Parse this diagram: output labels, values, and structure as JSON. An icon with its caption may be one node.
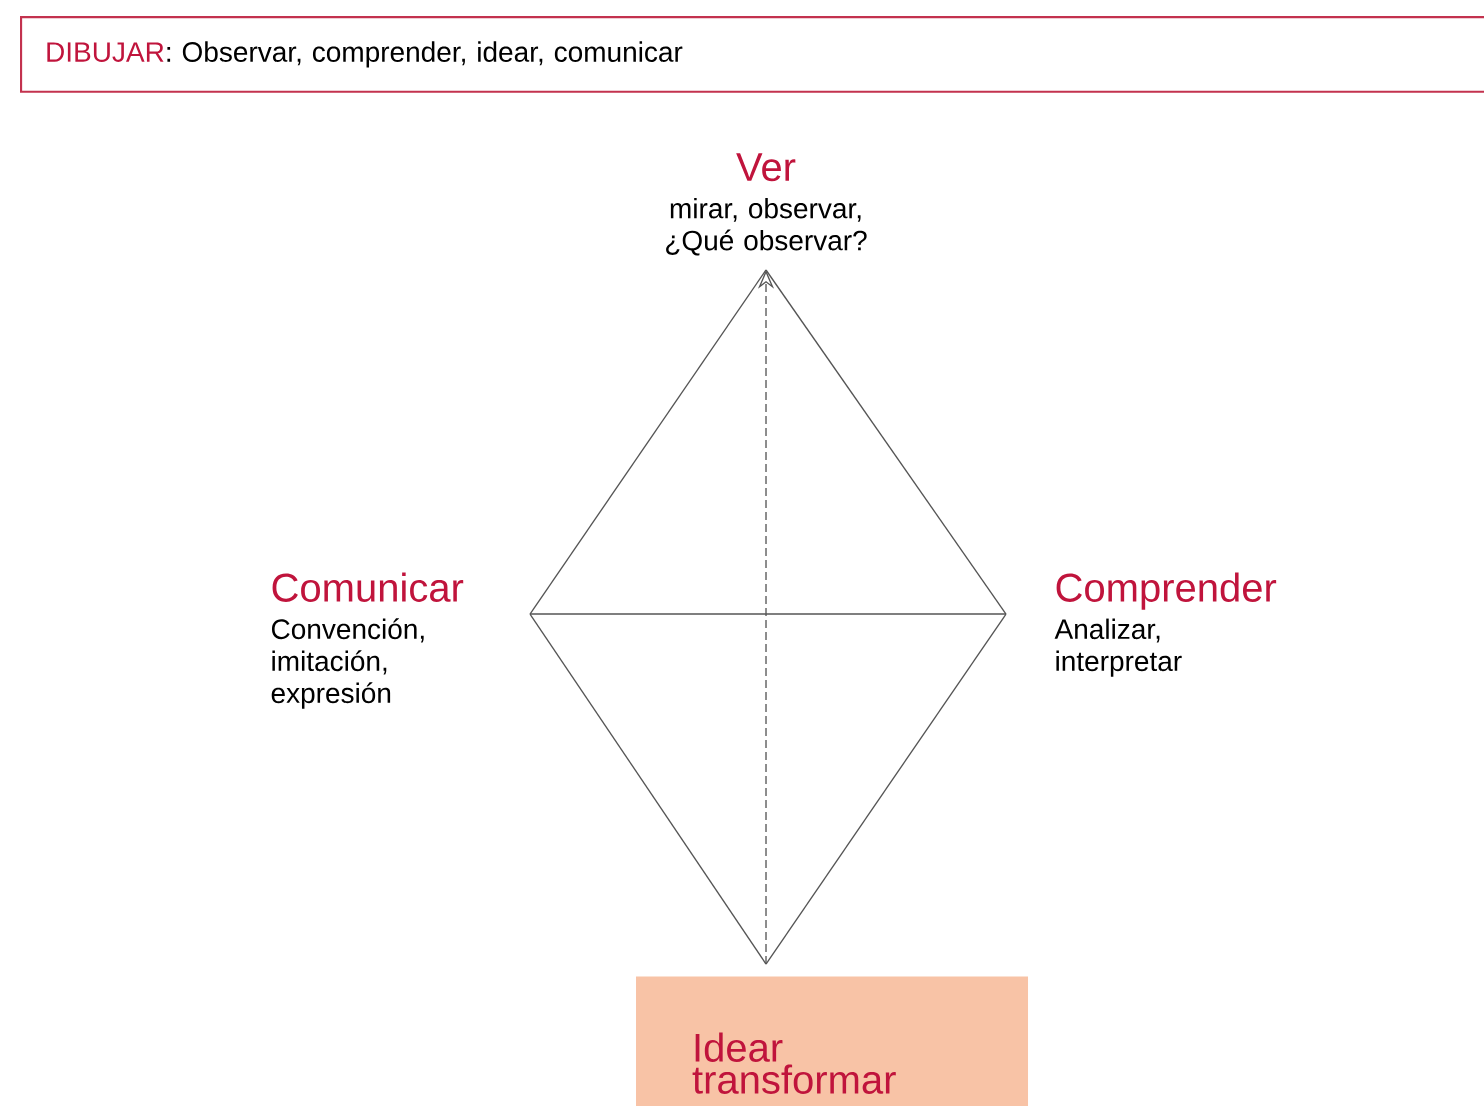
{
  "diagram": {
    "nodes": [
      {
        "text": [
          "DIBUJAR",
          ": Observar, comprender, idear, comunicar"
        ]
      },
      {
        "text": [
          "Ver",
          "mirar, observar, ¿Qué observar?"
        ]
      },
      {
        "text": [
          "Comunicar",
          "Convención, imitación, expresión"
        ]
      },
      {
        "text": [
          "Comprender",
          "Analizar, interpretar"
        ]
      },
      {
        "text": [
          "Idear transformar"
        ]
      }
    ],
    "edges": [
      {
        "from": 1,
        "to": 2,
        "arrow": "none"
      },
      {
        "from": 1,
        "to": 3,
        "arrow": "none"
      },
      {
        "from": 2,
        "to": 3,
        "arrow": "none"
      },
      {
        "from": 2,
        "to": 4,
        "arrow": "none"
      },
      {
        "from": 3,
        "to": 4,
        "arrow": "none"
      },
      {
        "from": 4,
        "to": 1,
        "arrow": "to",
        "style": "dashed"
      }
    ]
  }
}
